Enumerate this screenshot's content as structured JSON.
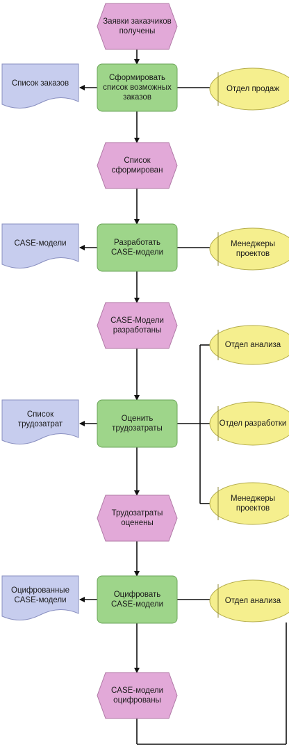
{
  "events": [
    {
      "id": "e1",
      "text": "Заявки заказчиков\nполучены"
    },
    {
      "id": "e2",
      "text": "Список\nсформирован"
    },
    {
      "id": "e3",
      "text": "CASE-Модели\nразработаны"
    },
    {
      "id": "e4",
      "text": "Трудозатраты\nоценены"
    },
    {
      "id": "e5",
      "text": "CASE-модели\nоцифрованы"
    }
  ],
  "functions": [
    {
      "id": "f1",
      "text": "Сформировать\nсписок возможных\nзаказов"
    },
    {
      "id": "f2",
      "text": "Разработать\nCASE-модели"
    },
    {
      "id": "f3",
      "text": "Оценить\nтрудозатраты"
    },
    {
      "id": "f4",
      "text": "Оцифровать\nCASE-модели"
    }
  ],
  "documents": [
    {
      "id": "d1",
      "text": "Список заказов"
    },
    {
      "id": "d2",
      "text": "CASE-модели"
    },
    {
      "id": "d3",
      "text": "Список\nтрудозатрат"
    },
    {
      "id": "d4",
      "text": "Оцифрованные\nCASE-модели"
    }
  ],
  "org_units": [
    {
      "id": "o1",
      "text": "Отдел продаж"
    },
    {
      "id": "o2",
      "text": "Менеджеры\nпроектов"
    },
    {
      "id": "o3",
      "text": "Отдел анализа"
    },
    {
      "id": "o4",
      "text": "Отдел разработки"
    },
    {
      "id": "o5",
      "text": "Менеджеры\nпроектов"
    },
    {
      "id": "o6",
      "text": "Отдел анализа"
    }
  ],
  "colors": {
    "event": "#e2a9d8",
    "function": "#9ed58a",
    "document": "#c7cdee",
    "org_unit": "#f5ef8e",
    "line": "#111111"
  }
}
